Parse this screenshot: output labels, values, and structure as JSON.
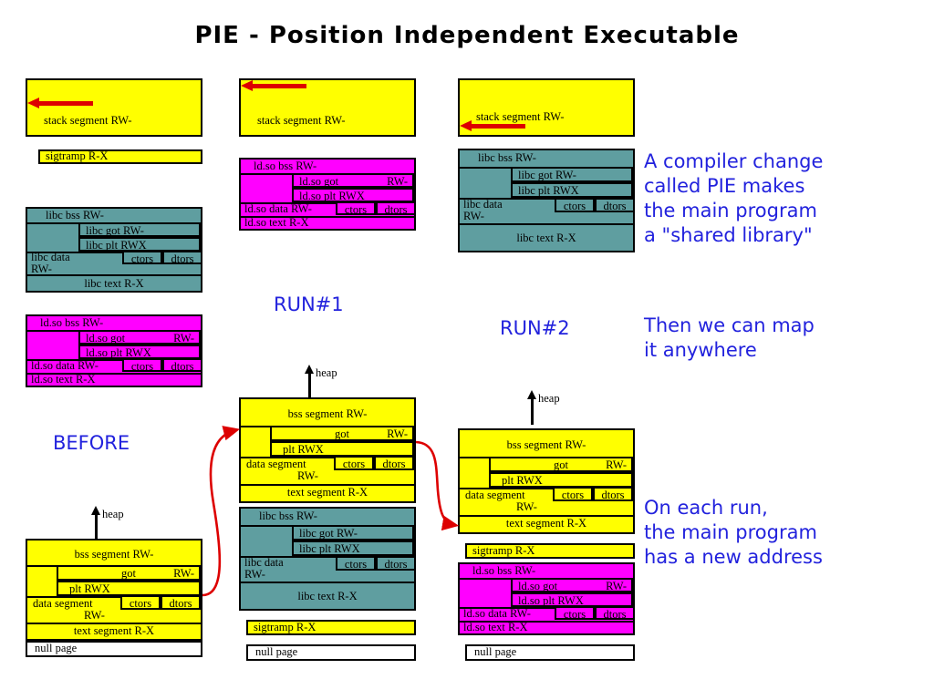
{
  "title": "PIE - Position Independent Executable",
  "colors": {
    "yellow": "#ffff00",
    "teal": "#5f9ea0",
    "magenta": "#ff00ff",
    "white": "#ffffff",
    "outline": "#000000",
    "arrow_red": "#dd0000",
    "note_blue": "#2222dd"
  },
  "labels": {
    "before": "BEFORE",
    "run1": "RUN#1",
    "run2": "RUN#2",
    "heap": "heap"
  },
  "segments": {
    "stack": "stack segment RW-",
    "sigtramp": "sigtramp R-X",
    "null_page": "null page",
    "bss": "bss segment RW-",
    "got": "got",
    "got_perm": "RW-",
    "plt": "plt  RWX",
    "ctors": "ctors",
    "dtors": "dtors",
    "data": "data segment",
    "data_perm": "RW-",
    "text": "text segment R-X",
    "libc_bss": "libc bss RW-",
    "libc_got": "libc got   RW-",
    "libc_plt": "libc plt   RWX",
    "libc_data": "libc data",
    "libc_data_perm": "RW-",
    "libc_text": "libc text R-X",
    "ldso_bss": "ld.so bss RW-",
    "ldso_got": "ld.so got",
    "ldso_got_perm": "RW-",
    "ldso_plt": "ld.so plt  RWX",
    "ldso_data": "ld.so data RW-",
    "ldso_text": "ld.so text  R-X"
  },
  "notes": [
    {
      "id": "note-pie",
      "text": "A compiler change\ncalled PIE makes\nthe main program\na \"shared library\""
    },
    {
      "id": "note-map",
      "text": "Then we can map\nit anywhere"
    },
    {
      "id": "note-address",
      "text": "On each run,\nthe main program\nhas a new address"
    }
  ],
  "columns": [
    {
      "id": "before",
      "caption": "BEFORE",
      "blocks": [
        {
          "name": "stack-segment",
          "label": "stack segment RW-",
          "color": "yellow"
        },
        {
          "name": "sigtramp",
          "label": "sigtramp R-X",
          "color": "yellow"
        },
        {
          "name": "libc-block",
          "label": "libc",
          "color": "teal"
        },
        {
          "name": "ldso-block",
          "label": "ld.so",
          "color": "magenta"
        },
        {
          "name": "main-program",
          "label": "main program",
          "color": "yellow"
        },
        {
          "name": "null-page",
          "label": "null page",
          "color": "white"
        }
      ]
    },
    {
      "id": "run1",
      "caption": "RUN#1",
      "blocks": [
        {
          "name": "stack-segment",
          "label": "stack segment RW-",
          "color": "yellow"
        },
        {
          "name": "ldso-block",
          "label": "ld.so",
          "color": "magenta"
        },
        {
          "name": "main-program",
          "label": "main program",
          "color": "yellow"
        },
        {
          "name": "libc-block",
          "label": "libc",
          "color": "teal"
        },
        {
          "name": "sigtramp",
          "label": "sigtramp R-X",
          "color": "yellow"
        },
        {
          "name": "null-page",
          "label": "null page",
          "color": "white"
        }
      ]
    },
    {
      "id": "run2",
      "caption": "RUN#2",
      "blocks": [
        {
          "name": "stack-segment",
          "label": "stack segment RW-",
          "color": "yellow"
        },
        {
          "name": "libc-block",
          "label": "libc",
          "color": "teal"
        },
        {
          "name": "main-program",
          "label": "main program",
          "color": "yellow"
        },
        {
          "name": "sigtramp",
          "label": "sigtramp R-X",
          "color": "yellow"
        },
        {
          "name": "ldso-block",
          "label": "ld.so",
          "color": "magenta"
        },
        {
          "name": "null-page",
          "label": "null page",
          "color": "white"
        }
      ]
    }
  ]
}
